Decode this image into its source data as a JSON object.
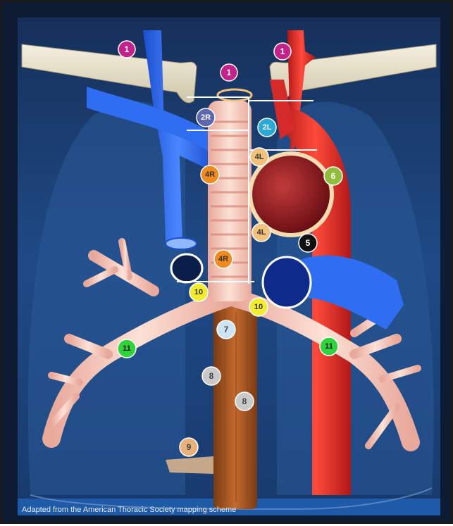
{
  "figure": {
    "caption": "Adapted from the American Thoracic Society mapping scheme"
  },
  "stations": [
    {
      "id": "1-left-clavicle",
      "label": "1",
      "color": "#c2228a",
      "text_color": "#ffffff"
    },
    {
      "id": "1-center",
      "label": "1",
      "color": "#c2228a",
      "text_color": "#ffffff"
    },
    {
      "id": "1-right-clavicle",
      "label": "1",
      "color": "#c2228a",
      "text_color": "#ffffff"
    },
    {
      "id": "2R",
      "label": "2R",
      "color": "#5b67b0",
      "text_color": "#ffffff"
    },
    {
      "id": "2L",
      "label": "2L",
      "color": "#2aa8d8",
      "text_color": "#ffffff"
    },
    {
      "id": "4L-upper",
      "label": "4L",
      "color": "#f2c27d",
      "text_color": "#333333"
    },
    {
      "id": "4R-upper",
      "label": "4R",
      "color": "#f08a1e",
      "text_color": "#333333"
    },
    {
      "id": "6",
      "label": "6",
      "color": "#8fbf3c",
      "text_color": "#ffffff"
    },
    {
      "id": "4L-lower",
      "label": "4L",
      "color": "#f2c27d",
      "text_color": "#333333"
    },
    {
      "id": "5",
      "label": "5",
      "color": "#111111",
      "text_color": "#ffffff"
    },
    {
      "id": "4R-lower",
      "label": "4R",
      "color": "#f08a1e",
      "text_color": "#333333"
    },
    {
      "id": "10-right",
      "label": "10",
      "color": "#f2ec2e",
      "text_color": "#333333"
    },
    {
      "id": "10-left",
      "label": "10",
      "color": "#f2ec2e",
      "text_color": "#333333"
    },
    {
      "id": "7",
      "label": "7",
      "color": "#cfe4f2",
      "text_color": "#3a4a6a"
    },
    {
      "id": "11-right",
      "label": "11",
      "color": "#2fd33a",
      "text_color": "#111111"
    },
    {
      "id": "11-left",
      "label": "11",
      "color": "#2fd33a",
      "text_color": "#111111"
    },
    {
      "id": "8-upper",
      "label": "8",
      "color": "#c9c9c9",
      "text_color": "#444444"
    },
    {
      "id": "8-lower",
      "label": "8",
      "color": "#c9c9c9",
      "text_color": "#444444"
    },
    {
      "id": "9",
      "label": "9",
      "color": "#e7b27a",
      "text_color": "#444444"
    }
  ]
}
